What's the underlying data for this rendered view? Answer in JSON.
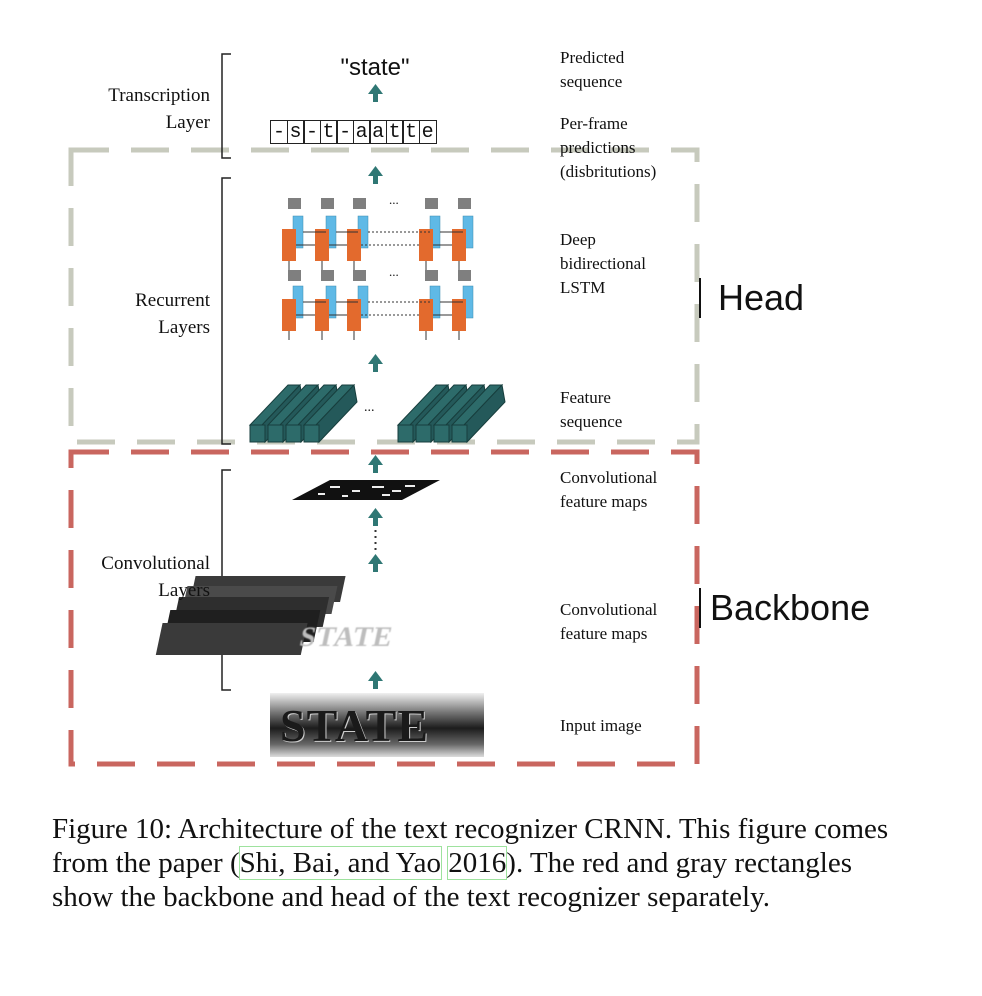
{
  "layers": {
    "transcription": [
      "Transcription",
      "Layer"
    ],
    "recurrent": [
      "Recurrent",
      "Layers"
    ],
    "convolutional": [
      "Convolutional",
      "Layers"
    ]
  },
  "side": {
    "predicted": [
      "Predicted",
      "sequence"
    ],
    "perframe": [
      "Per-frame",
      "predictions",
      "(disbritutions)"
    ],
    "lstm": [
      "Deep",
      "bidirectional",
      "LSTM"
    ],
    "feature": [
      "Feature",
      "sequence"
    ],
    "convmaps1": [
      "Convolutional",
      "feature maps"
    ],
    "convmaps2": [
      "Convolutional",
      "feature maps"
    ],
    "input": "Input image"
  },
  "output_text": "\"state\"",
  "perframe_cells": [
    "-",
    "s",
    "-",
    "t",
    "-",
    "a",
    "a",
    "t",
    "t",
    "e"
  ],
  "ellipsis": "...",
  "image_text": "STATE",
  "regions": {
    "head": "Head",
    "backbone": "Backbone"
  },
  "caption": {
    "part1": "Figure 10: Architecture of the text recognizer CRNN. This figure comes from the paper (",
    "cite_authors": "Shi, Bai, and Yao",
    "cite_year": "2016",
    "part2": "). The red and gray rectangles show the backbone and head of the text recognizer separately."
  },
  "colors": {
    "head_border": "#c7cabd",
    "backbone_border": "#c9665f",
    "arrow": "#2f7774",
    "lstm_orange": "#e36a2d",
    "lstm_blue": "#5fb9e6",
    "lstm_gray": "#7f7f7f",
    "feature_teal": "#2d6b6a",
    "cite_outline": "#9ee29e"
  }
}
